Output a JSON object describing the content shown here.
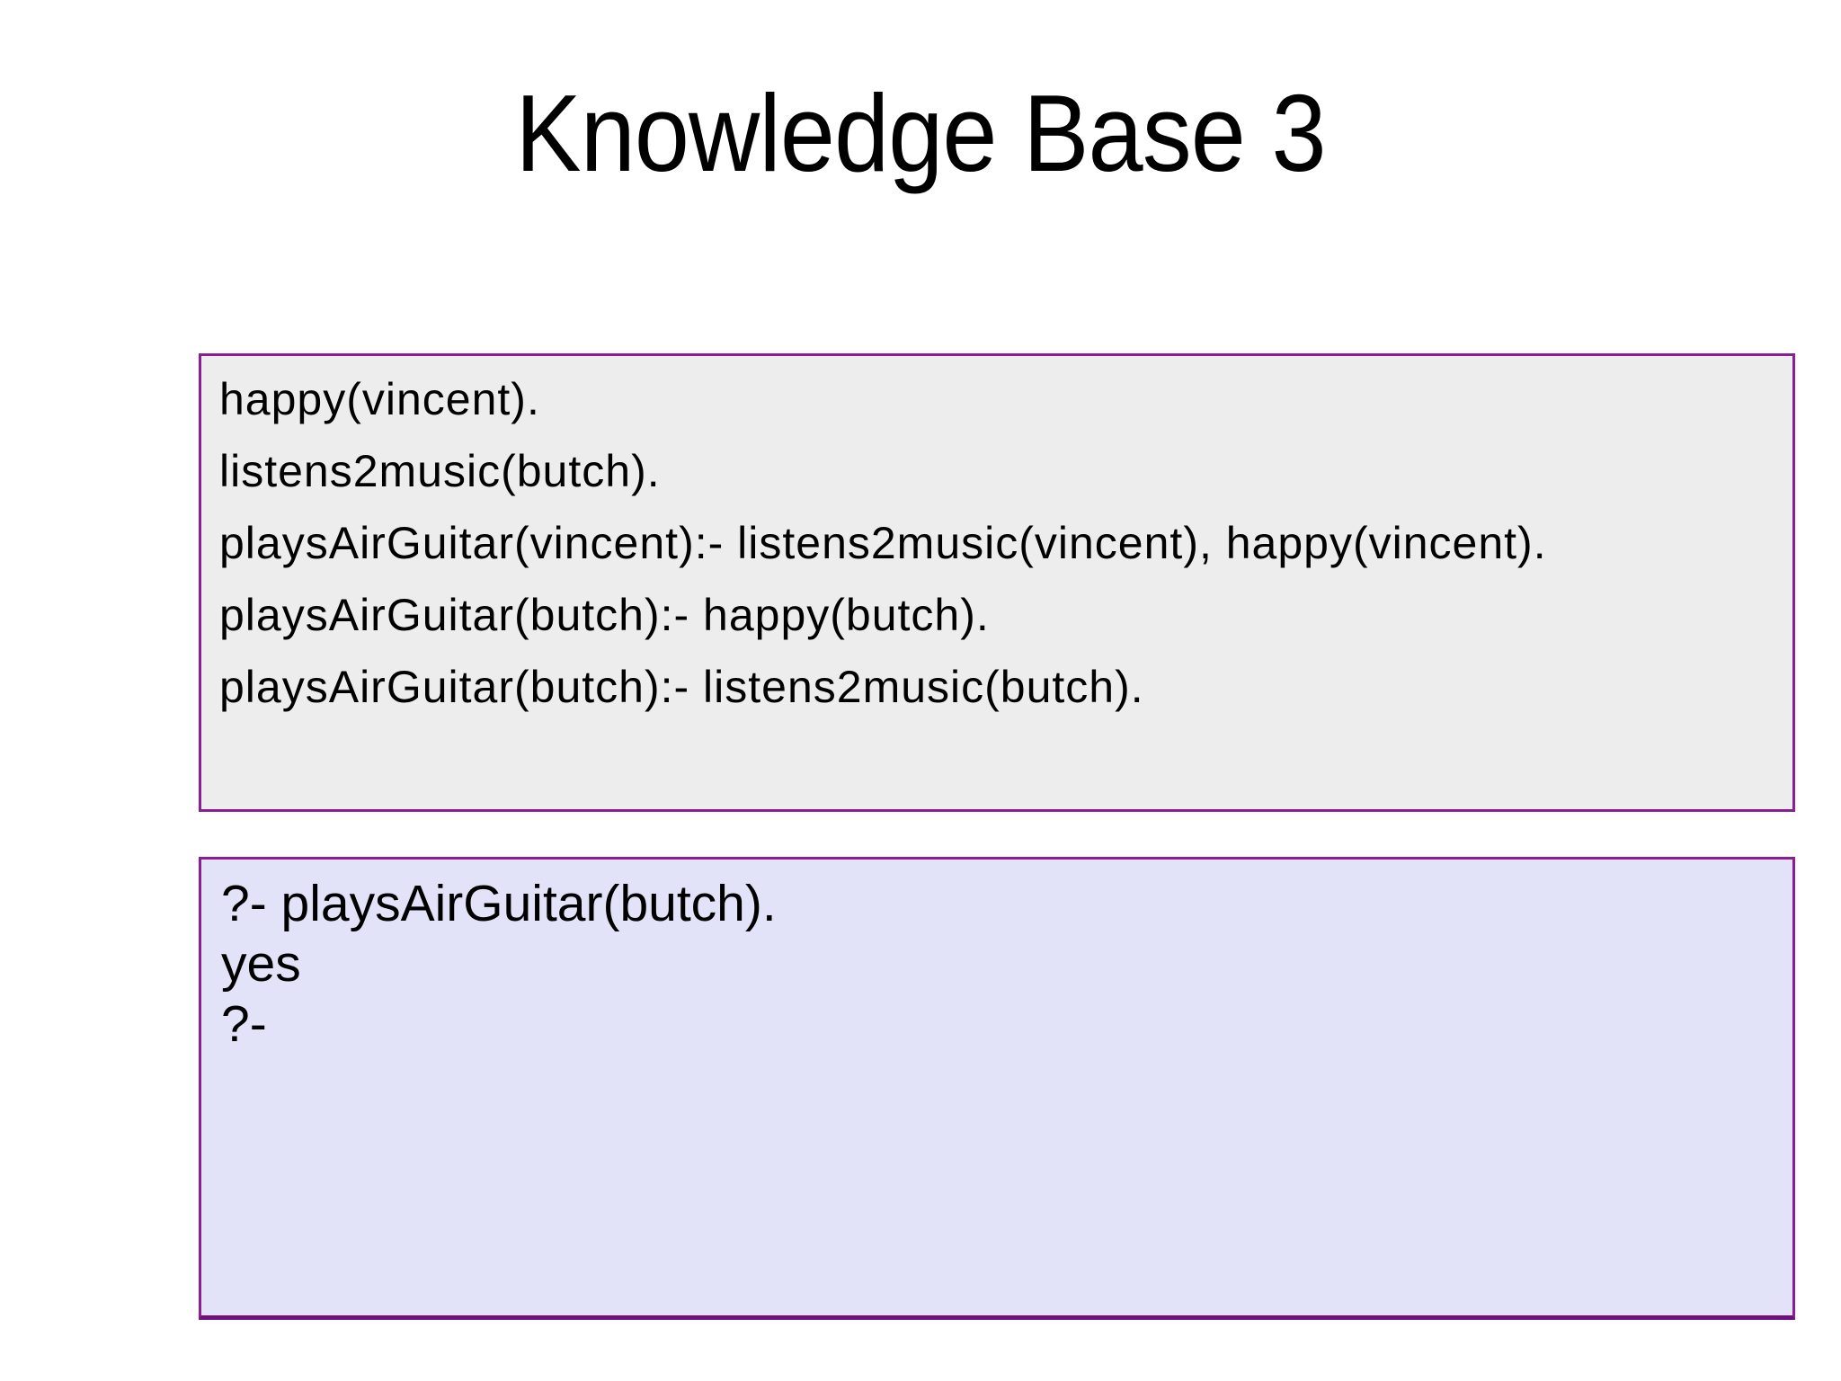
{
  "slide": {
    "title": "Knowledge Base 3",
    "knowledge_base": {
      "lines": [
        "happy(vincent).",
        "listens2music(butch).",
        "playsAirGuitar(vincent):- listens2music(vincent), happy(vincent).",
        "playsAirGuitar(butch):- happy(butch).",
        "playsAirGuitar(butch):- listens2music(butch)."
      ]
    },
    "query_session": {
      "lines": [
        "?- playsAirGuitar(butch).",
        "yes",
        "?-"
      ]
    },
    "colors": {
      "box_border": "#8b1d96",
      "box_border_bottom_query": "#701080",
      "knowledge_base_bg": "#ededed",
      "query_bg": "#e2e2f8",
      "text": "#000000",
      "page_bg": "#ffffff"
    }
  }
}
